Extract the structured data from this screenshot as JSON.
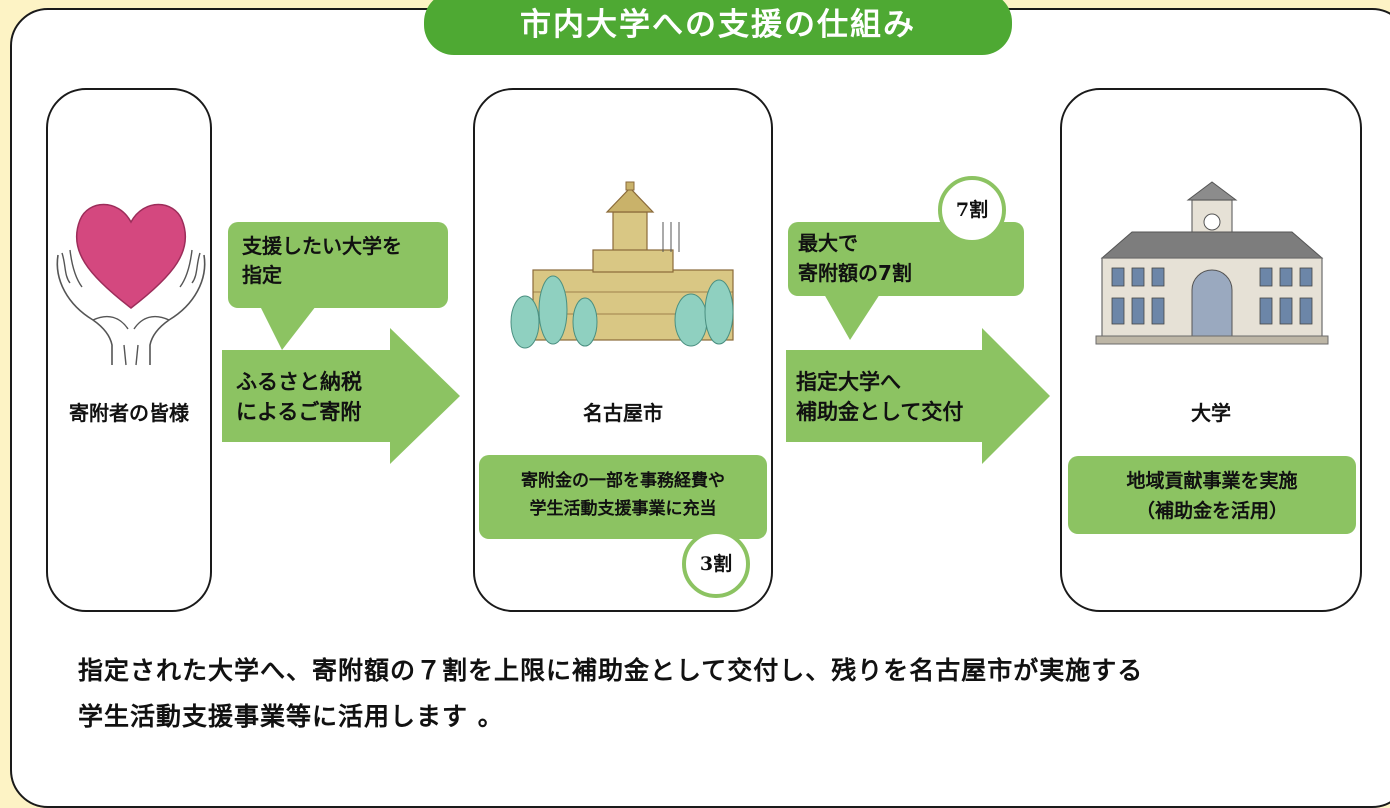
{
  "title": "市内大学への支援の仕組み",
  "donor": {
    "label": "寄附者の皆様",
    "icon": "heart-hands-icon"
  },
  "city": {
    "label": "名古屋市",
    "icon": "city-hall-building-icon",
    "note_line1": "寄附金の一部を事務経費や",
    "note_line2": "学生活動支援事業に充当",
    "share": "3割"
  },
  "university": {
    "label": "大学",
    "icon": "university-building-icon",
    "note_line1": "地域貢献事業を実施",
    "note_line2": "（補助金を活用）"
  },
  "step1": {
    "callout_line1": "支援したい大学を",
    "callout_line2": "指定",
    "arrow_line1": "ふるさと納税",
    "arrow_line2": "によるご寄附"
  },
  "step2": {
    "callout_line1": "最大で",
    "callout_line2": "寄附額の7割",
    "share": "7割",
    "arrow_line1": "指定大学へ",
    "arrow_line2": "補助金として交付"
  },
  "footer": {
    "line1": "指定された大学へ、寄附額の７割を上限に補助金として交付し、残りを名古屋市が実施する",
    "line2": "学生活動支援事業等に活用します 。"
  },
  "colors": {
    "green_dark": "#4ea933",
    "green_light": "#8cc362",
    "background": "#fdf3c5",
    "heart": "#d4487f",
    "building_fill": "#d9c784",
    "tree_fill": "#8fd0c0"
  }
}
